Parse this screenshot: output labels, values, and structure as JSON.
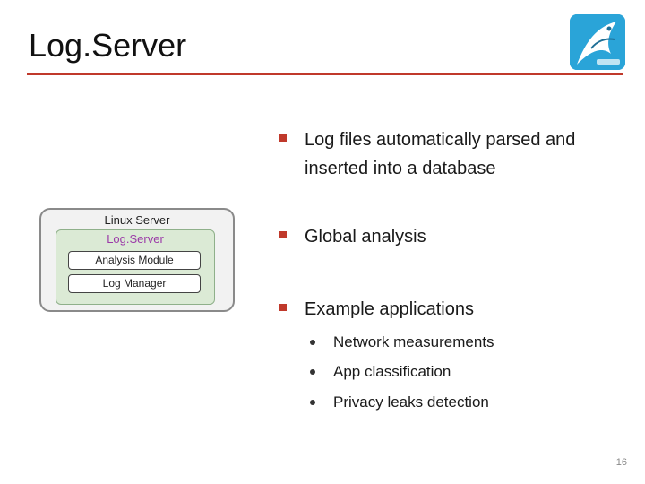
{
  "slide": {
    "title": "Log.Server",
    "page_number": "16"
  },
  "diagram": {
    "outer_label": "Linux Server",
    "inner_label": "Log.Server",
    "modules": [
      "Analysis Module",
      "Log Manager"
    ]
  },
  "bullets": [
    {
      "text": "Log files automatically parsed and"
    },
    {
      "text": "inserted into a database"
    },
    {
      "text": "Global analysis"
    },
    {
      "text": "Example applications"
    }
  ],
  "sub_bullets": [
    "Network measurements",
    "App classification",
    "Privacy leaks detection"
  ],
  "colors": {
    "accent": "#c0392b",
    "logo_bg": "#2aa4d8",
    "log_server_label": "#9b3aa8",
    "inner_box": "#dbead5"
  },
  "icons": {
    "logo": "bird-logo-icon"
  }
}
